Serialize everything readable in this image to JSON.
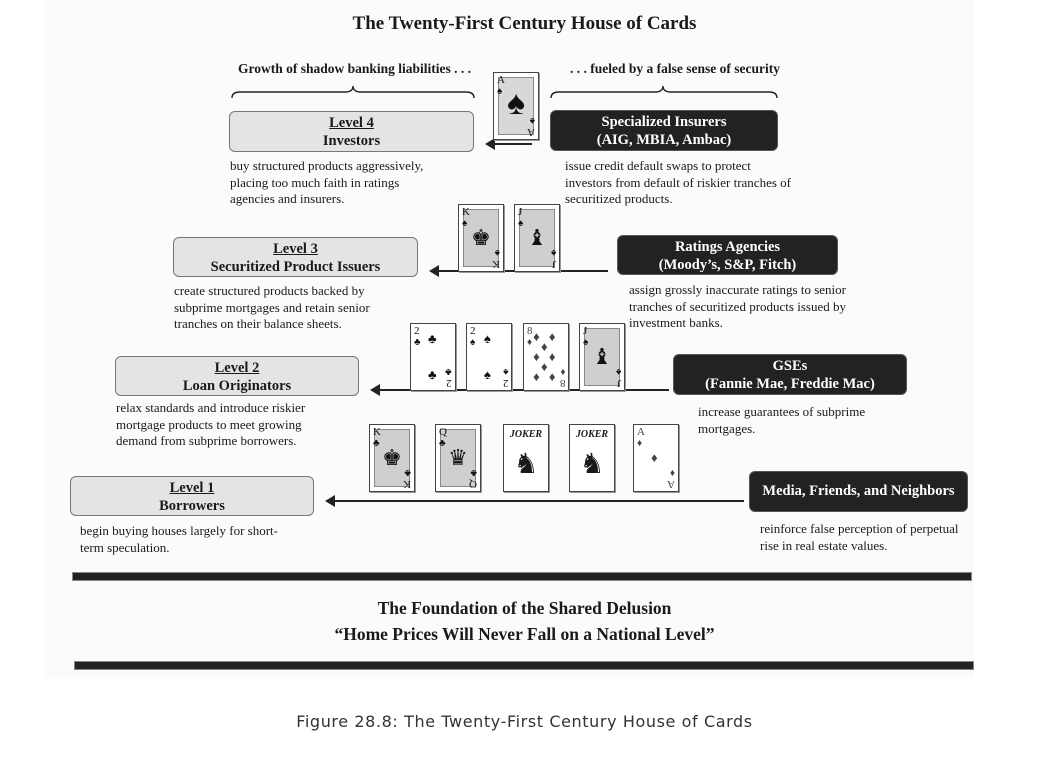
{
  "title": "The Twenty-First Century House of Cards",
  "left_brace_label": "Growth of shadow banking liabilities . . .",
  "right_brace_label": ". . . fueled by a false sense of security",
  "levels": [
    {
      "level": "Level 4",
      "name": "Investors",
      "desc": [
        "buy structured products aggressively,",
        "placing too much faith in ratings",
        "agencies and insurers."
      ]
    },
    {
      "level": "Level 3",
      "name": "Securitized Product Issuers",
      "desc": [
        "create structured products backed by",
        "subprime mortgages and retain senior",
        "tranches on their balance sheets."
      ]
    },
    {
      "level": "Level 2",
      "name": "Loan Originators",
      "desc": [
        "relax standards and introduce riskier",
        "mortgage products to meet growing",
        "demand from subprime borrowers."
      ]
    },
    {
      "level": "Level 1",
      "name": "Borrowers",
      "desc": [
        "begin buying houses largely for short-",
        "term speculation."
      ]
    }
  ],
  "drivers": [
    {
      "line1": "Specialized Insurers",
      "line2": "(AIG, MBIA, Ambac)",
      "desc": [
        "issue credit default swaps to protect",
        "investors from default of riskier tranches of",
        "securitized products."
      ]
    },
    {
      "line1": "Ratings Agencies",
      "line2": "(Moody’s, S&P, Fitch)",
      "desc": [
        "assign grossly inaccurate ratings to senior",
        "tranches of securitized products issued by",
        "investment banks."
      ]
    },
    {
      "line1": "GSEs",
      "line2": "(Fannie Mae, Freddie Mac)",
      "desc": [
        "increase guarantees of subprime",
        "mortgages."
      ]
    },
    {
      "line1": "Media, Friends, and Neighbors",
      "line2": "",
      "desc": [
        "reinforce false perception of perpetual",
        "rise in real estate values."
      ]
    }
  ],
  "cards": {
    "row4": [
      {
        "rank": "A",
        "suit": "♠",
        "kind": "ace-spade"
      }
    ],
    "row3": [
      {
        "rank": "K",
        "suit": "♠",
        "kind": "face"
      },
      {
        "rank": "J",
        "suit": "♠",
        "kind": "face"
      }
    ],
    "row2": [
      {
        "rank": "2",
        "suit": "♣",
        "kind": "pip"
      },
      {
        "rank": "2",
        "suit": "♠",
        "kind": "pip"
      },
      {
        "rank": "8",
        "suit": "♦",
        "kind": "pip"
      },
      {
        "rank": "J",
        "suit": "♠",
        "kind": "face"
      }
    ],
    "row1": [
      {
        "rank": "K",
        "suit": "♣",
        "kind": "face"
      },
      {
        "rank": "Q",
        "suit": "♣",
        "kind": "face"
      },
      {
        "rank": "JOKER",
        "suit": "",
        "kind": "joker"
      },
      {
        "rank": "JOKER",
        "suit": "",
        "kind": "joker"
      },
      {
        "rank": "A",
        "suit": "♦",
        "kind": "ace"
      }
    ]
  },
  "foundation_title": "The Foundation of the Shared Delusion",
  "foundation_quote": "“Home Prices Will Never Fall on a National Level”",
  "caption": "Figure 28.8: The Twenty-First Century House of Cards"
}
